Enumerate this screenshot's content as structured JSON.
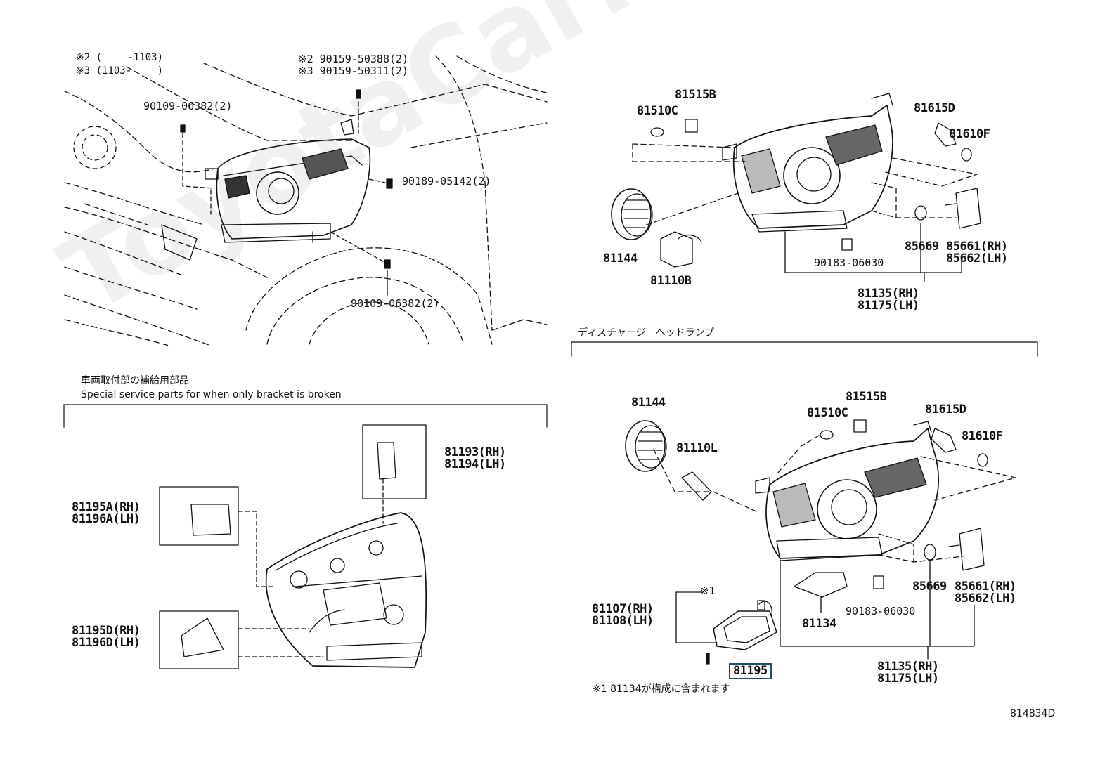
{
  "watermark": "ToyotaCarMine.ru",
  "diagram_code": "814834D",
  "top_left": {
    "note_line1": "※2 (　　 -1103)",
    "note_line2": "※3 (1103-　　 )",
    "part_bolt_a": "90109-06382(2)",
    "part_screw_2": "※2 90159-50388(2)",
    "part_screw_3": "※3 90159-50311(2)",
    "part_clip": "90189-05142(2)",
    "part_bolt_b": "90109-06382(2)"
  },
  "top_right": {
    "p81510c": "81510C",
    "p81515b": "81515B",
    "p81615d": "81615D",
    "p81610f": "81610F",
    "p81144": "81144",
    "p81110b": "81110B",
    "p90183": "90183-06030",
    "p85669": "85669",
    "p85661": "85661(RH)",
    "p85662": "85662(LH)",
    "p81135": "81135(RH)",
    "p81175": "81175(LH)"
  },
  "bottom_left": {
    "section_title_jp": "車両取付部の補給用部品",
    "section_title_en": "Special service parts for when only bracket is broken",
    "p81193": "81193(RH)",
    "p81194": "81194(LH)",
    "p81195a": "81195A(RH)",
    "p81196a": "81196A(LH)",
    "p81195d": "81195D(RH)",
    "p81196d": "81196D(LH)"
  },
  "bottom_right": {
    "section_title": "ディスチャージ　ヘッドランプ",
    "p81144": "81144",
    "p81110l": "81110L",
    "p81510c": "81510C",
    "p81515b": "81515B",
    "p81615d": "81615D",
    "p81610f": "81610F",
    "note_mark": "※1",
    "p81107": "81107(RH)",
    "p81108": "81108(LH)",
    "p81134": "81134",
    "p90183": "90183-06030",
    "p85669": "85669",
    "p85661": "85661(RH)",
    "p85662": "85662(LH)",
    "p81195": "81195",
    "p81135": "81135(RH)",
    "p81175": "81175(LH)",
    "footnote": "※1 81134が構成に含まれます"
  }
}
